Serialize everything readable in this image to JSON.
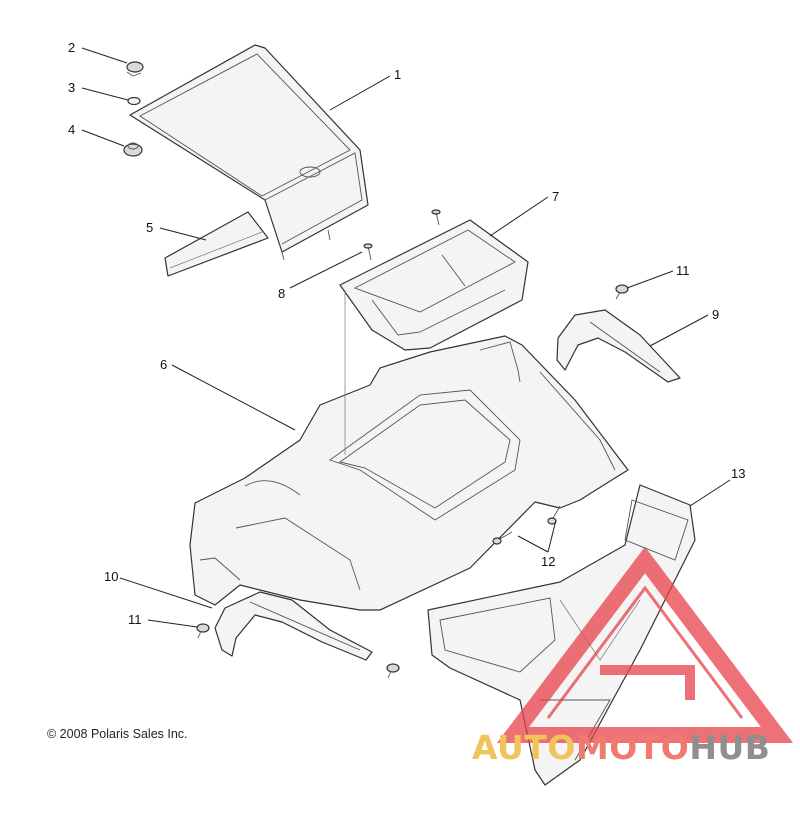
{
  "callouts": [
    "1",
    "2",
    "3",
    "4",
    "5",
    "6",
    "7",
    "8",
    "9",
    "10",
    "11",
    "11",
    "12",
    "13"
  ],
  "copyright": "© 2008 Polaris Sales Inc.",
  "watermark": {
    "part1": "AUTO",
    "part2": "MOTO",
    "part3": "HUB",
    "colors": {
      "auto": "#f2c25b",
      "moto": "#f07a70",
      "hub": "#8f8f8f",
      "triangle": "#e8424a"
    }
  }
}
